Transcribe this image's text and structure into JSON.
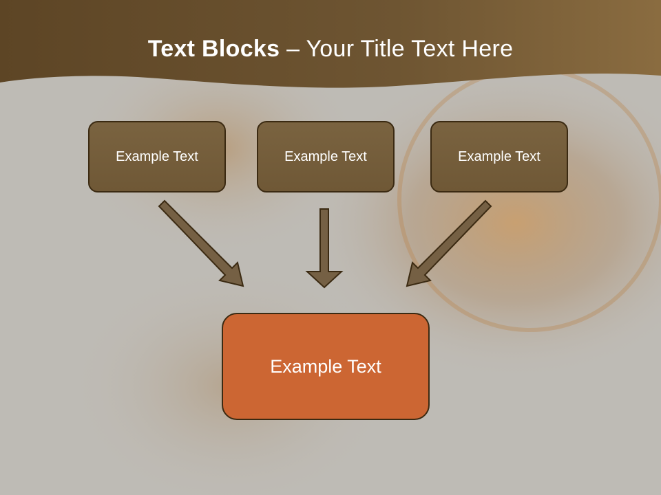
{
  "title": {
    "bold": "Text Blocks",
    "dash": " – ",
    "regular": "Your Title Text Here"
  },
  "blocks": {
    "top": [
      "Example Text",
      "Example Text",
      "Example Text"
    ],
    "bottom": "Example Text"
  },
  "colors": {
    "header": "#6e5634",
    "small_box_fill": "#75603c",
    "small_box_border": "#3b2a12",
    "bottom_box_fill": "#cc6633",
    "arrow_fill": "#756044"
  }
}
